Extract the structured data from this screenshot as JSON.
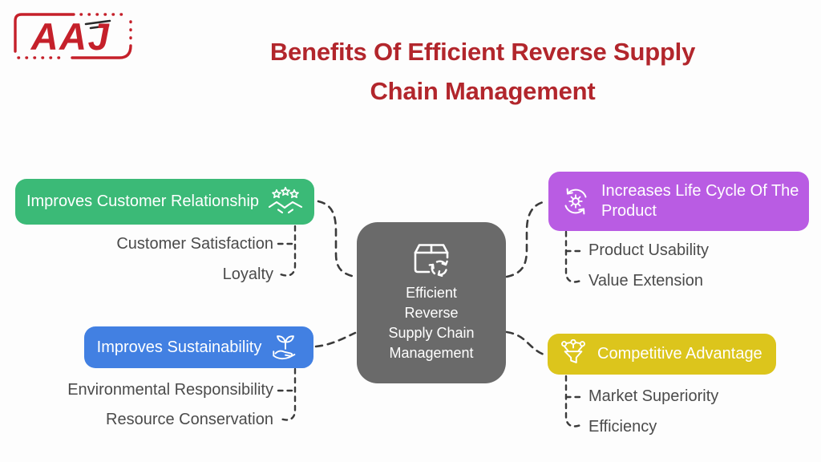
{
  "logo": {
    "text": "AAJ",
    "color": "#c5202a"
  },
  "title": {
    "text": "Benefits Of Efficient Reverse Supply\nChain Management",
    "color": "#b2262c"
  },
  "center": {
    "label": "Efficient\nReverse\nSupply Chain\nManagement",
    "bg": "#6a6a6a",
    "icon": "package-recycle-icon"
  },
  "branches": [
    {
      "label": "Improves Customer Relationship",
      "bg": "#3bba77",
      "icon": "stars-handshake-icon",
      "children": [
        "Customer Satisfaction",
        "Loyalty"
      ]
    },
    {
      "label": "Improves Sustainability",
      "bg": "#4280e2",
      "icon": "hand-plant-icon",
      "children": [
        "Environmental Responsibility",
        "Resource Conservation"
      ]
    },
    {
      "label": "Increases Life Cycle Of The Product",
      "bg": "#b95ce3",
      "icon": "cycle-gear-icon",
      "children": [
        "Product Usability",
        "Value Extension"
      ]
    },
    {
      "label": "Competitive Advantage",
      "bg": "#dcc51c",
      "icon": "funnel-network-icon",
      "children": [
        "Market Superiority",
        "Efficiency"
      ]
    }
  ],
  "palette": {
    "connector": "#3b3b3b",
    "sublabel_text": "#4b4b4b",
    "background": "#fdfdfd"
  }
}
